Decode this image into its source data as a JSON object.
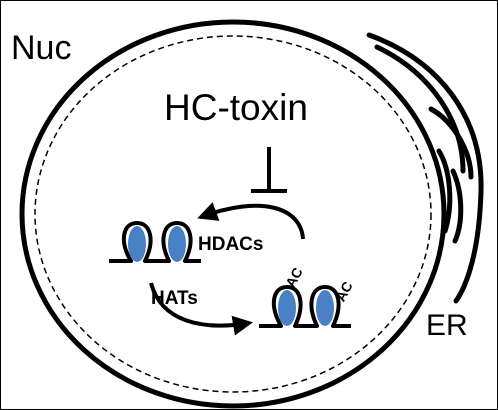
{
  "labels": {
    "nucleus": "Nuc",
    "er": "ER",
    "inhibitor": "HC-toxin",
    "hdacs": "HDACs",
    "hats": "HATs",
    "acetyl_1": "AC",
    "acetyl_2": "AC"
  },
  "colors": {
    "line": "#000000",
    "nucleosome": "#4a80c4"
  },
  "icons": [
    "inhibition-bar-icon",
    "nucleosome-icon",
    "curved-arrow-icon"
  ]
}
